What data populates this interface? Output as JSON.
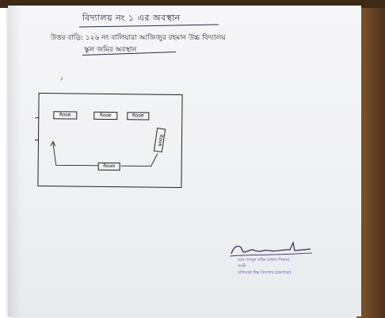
{
  "document": {
    "title": "বিদ্যালয় নং ১ এর অবস্থান",
    "line1": "উত্তর বাড়ি: ১২৬ নং বালিয়ারা আজিজুর রহমান উচ্চ বিদ্যালয়",
    "line2": "স্কুল জমির অবস্থান"
  },
  "diagram": {
    "rooms_top": [
      "Room",
      "Room",
      "Room"
    ],
    "room_side": "Room",
    "room_bottom": "Room"
  },
  "stamp": {
    "lines": [
      "মোঃ আব্দুল করিম (প্রধান শিক্ষক)",
      "পদবী",
      "বালিয়ারা উচ্চ বিদ্যালয় (চন্দ্রপাড়া)"
    ]
  },
  "colors": {
    "ink": "#1d1d33",
    "stamp_ink": "#5a4ab0",
    "paper": "#f3f4f6",
    "table": "#6a4626"
  }
}
